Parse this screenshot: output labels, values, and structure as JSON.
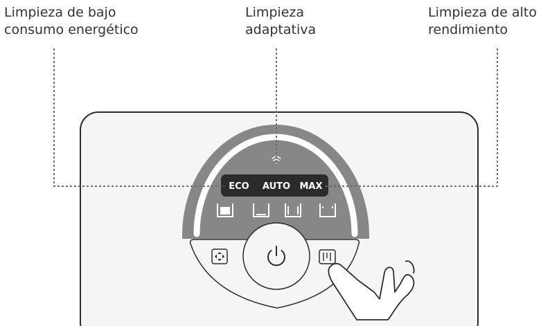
{
  "callouts": {
    "eco_line1": "Limpieza de bajo",
    "eco_line2": "consumo energético",
    "auto_line1": "Limpieza",
    "auto_line2": "adaptativa",
    "max_line1": "Limpieza de alto",
    "max_line2": "rendimiento"
  },
  "modes": {
    "eco": "ECO",
    "auto": "AUTO",
    "max": "MAX"
  },
  "icons": {
    "wifi": "wifi-icon",
    "power": "power-icon",
    "spot": "spot-clean-icon",
    "mop": "mop-icon",
    "hand": "pointing-hand-icon",
    "tanks": [
      "water-tank-full-icon",
      "water-tank-empty-icon",
      "water-tank-mid-icon",
      "water-tank-low-icon"
    ]
  },
  "colors": {
    "panel": "#f4f5f4",
    "dial": "#878787",
    "display": "#2b2b2b",
    "dotted_line": "#6b6b6b",
    "text": "#333333"
  }
}
